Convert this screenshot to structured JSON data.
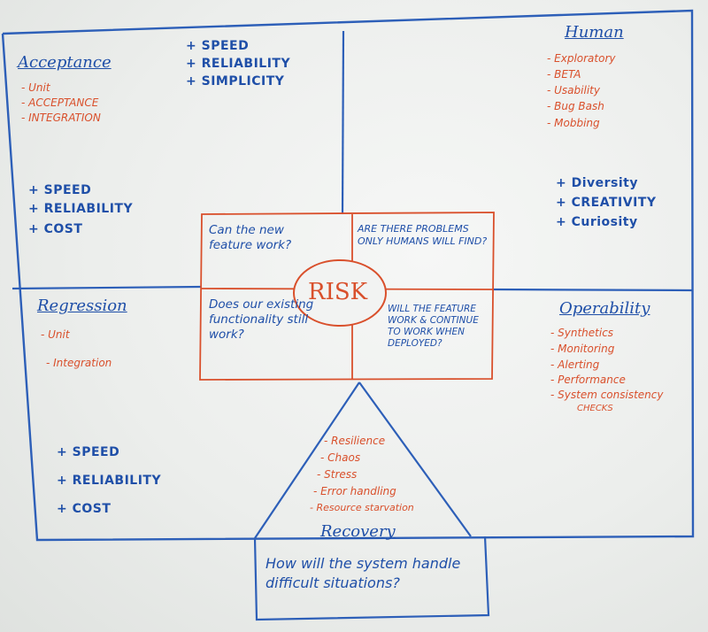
{
  "quadrants": {
    "acceptance": {
      "title": "Acceptance",
      "items": [
        "- Unit",
        "- Acceptance",
        "- Integration"
      ],
      "qualities_top": [
        "+ SPEED",
        "+ RELIABILITY",
        "+ SIMPLICITY"
      ],
      "qualities": [
        "+ SPEED",
        "+ RELIABILITY",
        "+ COST"
      ]
    },
    "human": {
      "title": "Human",
      "items": [
        "- Exploratory",
        "- BETA",
        "- Usability",
        "- Bug Bash",
        "- Mobbing"
      ],
      "qualities": [
        "+ Diversity",
        "+ CREATIVITY",
        "+ Curiosity"
      ]
    },
    "regression": {
      "title": "Regression",
      "items": [
        "- Unit",
        "- Integration"
      ],
      "qualities": [
        "+ SPEED",
        "+ RELIABILITY",
        "+ COST"
      ]
    },
    "operability": {
      "title": "Operability",
      "items": [
        "- Synthetics",
        "- Monitoring",
        "- Alerting",
        "- Performance",
        "- System consistency",
        "checks"
      ]
    }
  },
  "center": {
    "label": "RISK",
    "questions": [
      "Can the new feature work?",
      "Are there problems only humans will find?",
      "Does our existing functionality still work?",
      "Will the feature work & continue to work when deployed?"
    ]
  },
  "recovery": {
    "title": "Recovery",
    "items": [
      "- Resilience",
      "- Chaos",
      "- Stress",
      "- Error handling",
      "- Resource starvation"
    ],
    "question": "How will the system handle difficult situations?"
  },
  "colors": {
    "blue_marker": "#1f4fa8",
    "red_marker": "#d9502c"
  }
}
